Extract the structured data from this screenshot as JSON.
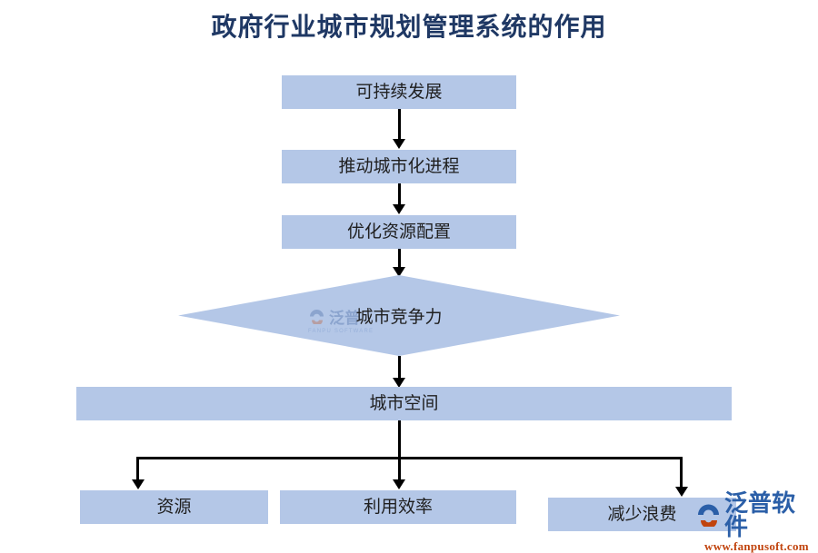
{
  "page": {
    "title": "政府行业城市规划管理系统的作用",
    "background_color": "#ffffff",
    "title_color": "#1f3864",
    "node_fill_color": "#b4c7e7",
    "node_text_color": "#202020",
    "connector_color": "#000000"
  },
  "diagram": {
    "type": "flowchart",
    "nodes": [
      {
        "id": "n1",
        "label": "可持续发展",
        "shape": "rectangle"
      },
      {
        "id": "n2",
        "label": "推动城市化进程",
        "shape": "rectangle"
      },
      {
        "id": "n3",
        "label": "优化资源配置",
        "shape": "rectangle"
      },
      {
        "id": "n4",
        "label": "城市竞争力",
        "shape": "diamond"
      },
      {
        "id": "n5",
        "label": "城市空间",
        "shape": "rectangle"
      },
      {
        "id": "n6",
        "label": "资源",
        "shape": "rectangle"
      },
      {
        "id": "n7",
        "label": "利用效率",
        "shape": "rectangle"
      },
      {
        "id": "n8",
        "label": "减少浪费",
        "shape": "rectangle"
      }
    ]
  },
  "watermarks": {
    "center": {
      "brand_cn": "泛普",
      "brand_en": "FANPU SOFTWARE"
    },
    "corner": {
      "brand_cn": "泛普软件",
      "url": "www.fanpusoft.com"
    }
  }
}
